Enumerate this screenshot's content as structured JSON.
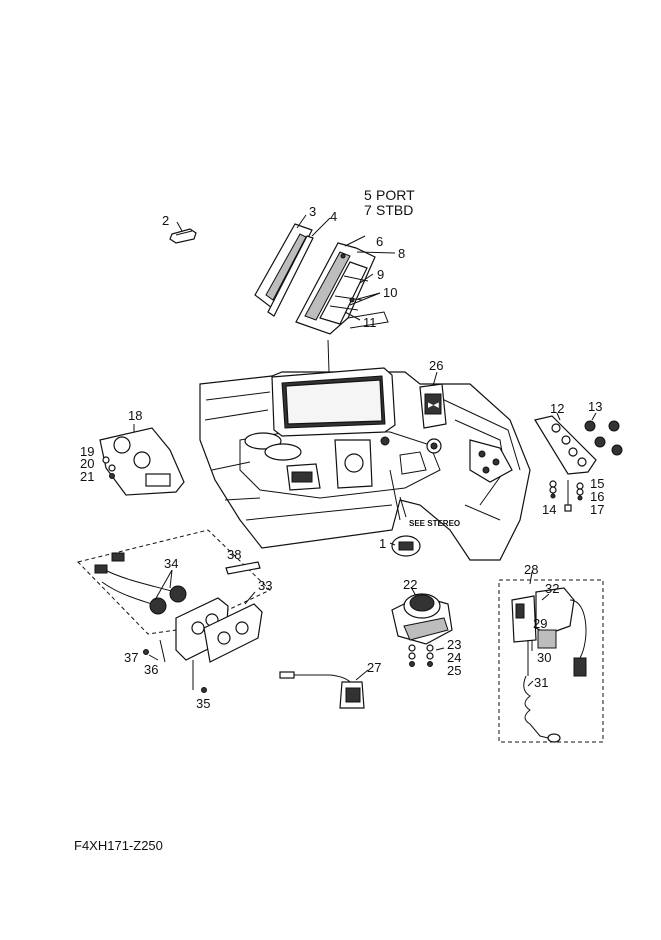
{
  "diagram": {
    "code": "F4XH171-Z250",
    "see_note": "SEE STEREO",
    "callouts": {
      "p1": "1",
      "p2": "2",
      "p3": "3",
      "p4": "4",
      "p5": "5",
      "p5_note": "PORT",
      "p7": "7",
      "p7_note": "STBD",
      "p6": "6",
      "p8": "8",
      "p9": "9",
      "p10": "10",
      "p11": "11",
      "p12": "12",
      "p13": "13",
      "p14": "14",
      "p15": "15",
      "p16": "16",
      "p17": "17",
      "p18": "18",
      "p19": "19",
      "p20": "20",
      "p21": "21",
      "p22": "22",
      "p23": "23",
      "p24": "24",
      "p25": "25",
      "p26": "26",
      "p27": "27",
      "p28": "28",
      "p29": "29",
      "p30": "30",
      "p31": "31",
      "p32": "32",
      "p33": "33",
      "p34": "34",
      "p35": "35",
      "p36": "36",
      "p37": "37",
      "p38": "38"
    }
  }
}
